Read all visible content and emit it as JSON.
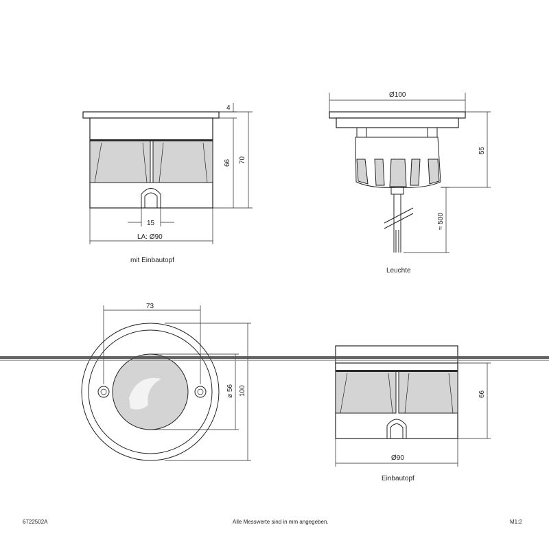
{
  "views": {
    "mit_einbautopf": {
      "caption": "mit Einbautopf",
      "dims": {
        "top": "4",
        "height_66": "66",
        "height_70": "70",
        "width_15": "15",
        "la": "LA: Ø90"
      }
    },
    "leuchte": {
      "caption": "Leuchte",
      "dims": {
        "diameter": "Ø100",
        "height": "55",
        "cable": "≈ 500"
      }
    },
    "top_view": {
      "dims": {
        "width": "73",
        "inner": "ø 56",
        "outer": "100"
      }
    },
    "einbautopf": {
      "caption": "Einbautopf",
      "dims": {
        "height": "66",
        "diameter": "Ø90"
      }
    }
  },
  "footer": {
    "code": "6722502A",
    "note": "Alle Messwerte sind in mm angegeben.",
    "scale": "M1:2"
  }
}
